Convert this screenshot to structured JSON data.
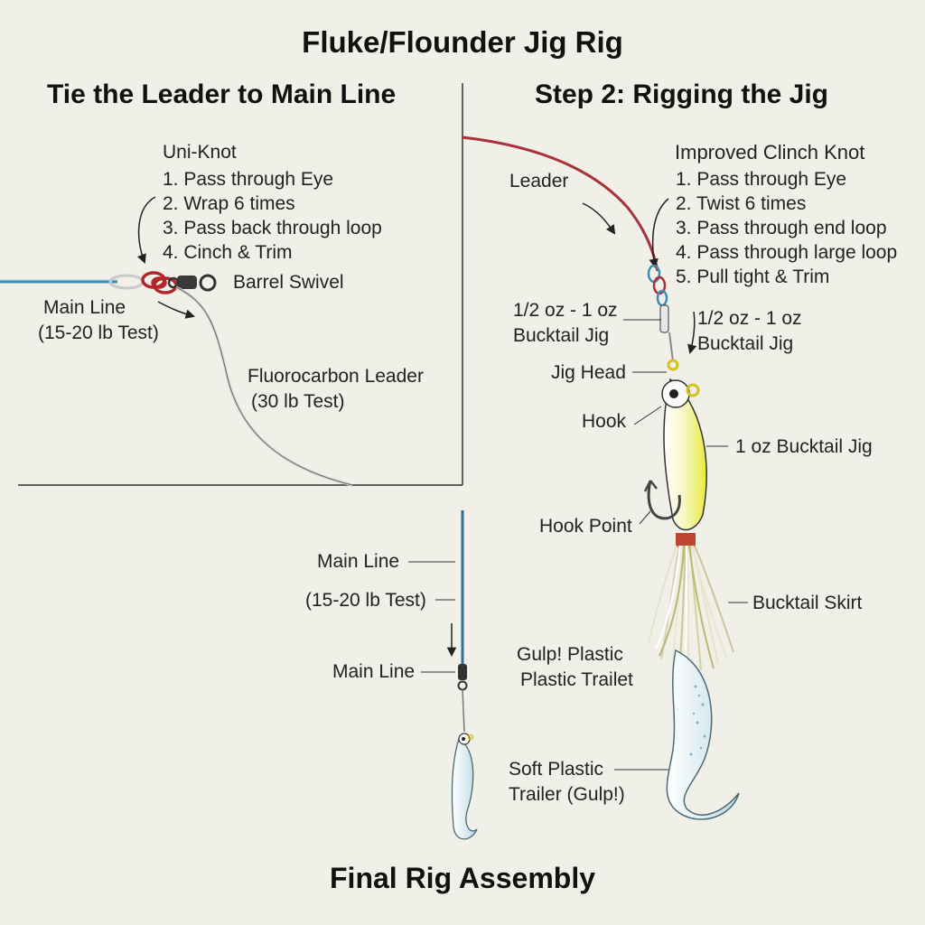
{
  "title": "Fluke/Flounder Jig Rig",
  "left_panel": {
    "heading": "Tie the Leader to Main Line",
    "knot_name": "Uni-Knot",
    "knot_steps": [
      "1. Pass through Eye",
      "2. Wrap 6 times",
      "3. Pass back through loop",
      "4. Cinch & Trim"
    ],
    "swivel_label": "Barrel Swivel",
    "main_line_label": "Main Line",
    "main_line_test": "(15-20 lb Test)",
    "leader_label": "Fluorocarbon Leader",
    "leader_test": "(30 lb Test)"
  },
  "right_panel": {
    "heading": "Step 2: Rigging the Jig",
    "leader_label": "Leader",
    "knot_name": "Improved Clinch Knot",
    "knot_steps": [
      "1. Pass through Eye",
      "2. Twist 6 times",
      "3. Pass through end loop",
      "4. Pass through large loop",
      "5. Pull tight & Trim"
    ],
    "jig_weight_left_1": "1/2 oz - 1 oz",
    "jig_weight_left_2": "Bucktail Jig",
    "jig_weight_right_1": "1/2 oz - 1 oz",
    "jig_weight_right_2": "Bucktail Jig",
    "jig_head_label": "Jig Head",
    "hook_label": "Hook",
    "jig_body_label": "1 oz Bucktail Jig",
    "hook_point_label": "Hook Point",
    "skirt_label": "Bucktail Skirt",
    "gulp_label_1": "Gulp! Plastic",
    "gulp_label_2": "Plastic Trailet",
    "trailer_label_1": "Soft Plastic",
    "trailer_label_2": "Trailer (Gulp!)"
  },
  "final_panel": {
    "main_line_label": "Main Line",
    "main_line_test": "(15-20 lb Test)",
    "main_line_label_2": "Main Line",
    "caption": "Final Rig Assembly"
  },
  "colors": {
    "background": "#f0efe8",
    "main_line": "#3f8fb5",
    "leader_red": "#a8313a",
    "jig_yellow": "#eef05a",
    "trailer": "#cfe3ea"
  }
}
